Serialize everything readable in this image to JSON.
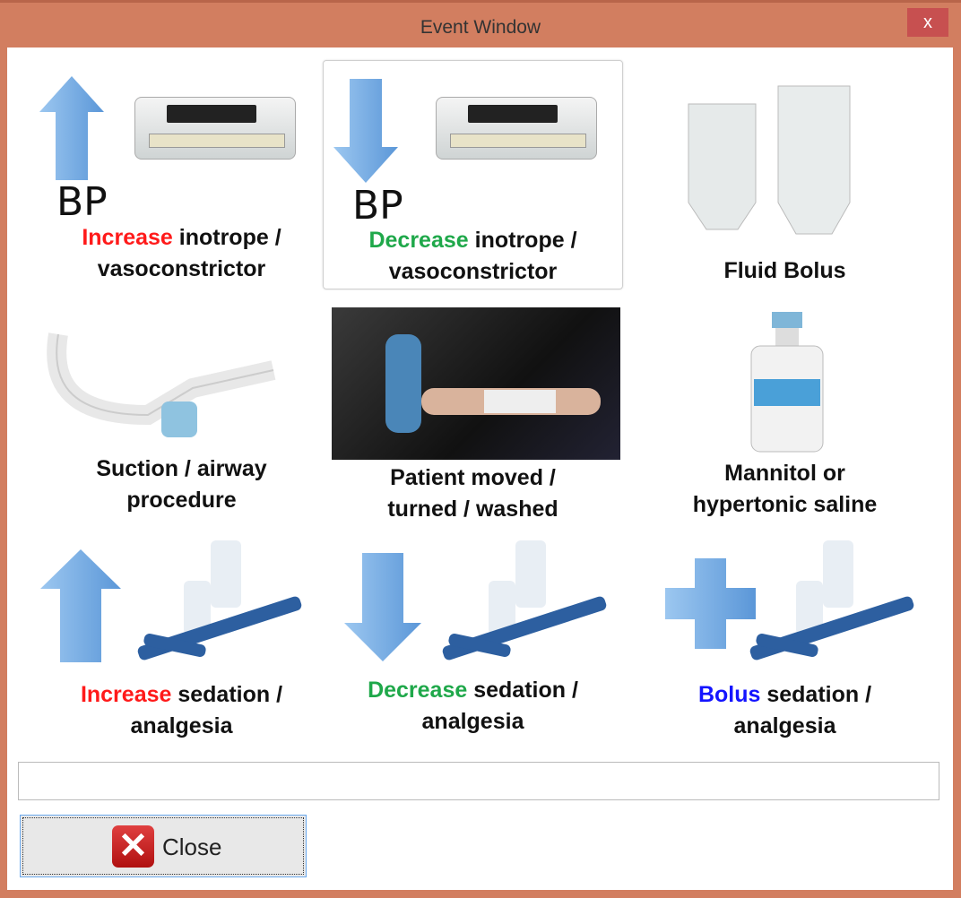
{
  "window": {
    "title": "Event Window",
    "close_glyph": "x"
  },
  "tiles": [
    {
      "bp": "BP",
      "accent": "Increase",
      "rest": " inotrope /",
      "line2": "vasoconstrictor",
      "accent_color": "#ff1a1a"
    },
    {
      "bp": "BP",
      "accent": "Decrease",
      "rest": " inotrope /",
      "line2": "vasoconstrictor",
      "accent_color": "#1fa84a"
    },
    {
      "line1": "Fluid Bolus"
    },
    {
      "line1": "Suction / airway",
      "line2": "procedure"
    },
    {
      "line1": "Patient moved /",
      "line2": "turned / washed"
    },
    {
      "line1": "Mannitol or",
      "line2": "hypertonic saline"
    },
    {
      "accent": "Increase",
      "rest": " sedation /",
      "line2": "analgesia",
      "accent_color": "#ff1a1a"
    },
    {
      "accent": "Decrease",
      "rest": " sedation /",
      "line2": "analgesia",
      "accent_color": "#1fa84a"
    },
    {
      "accent": "Bolus",
      "rest": " sedation /",
      "line2": "analgesia",
      "accent_color": "#1414ff"
    }
  ],
  "status_text": "",
  "close_button": {
    "label": "Close"
  }
}
